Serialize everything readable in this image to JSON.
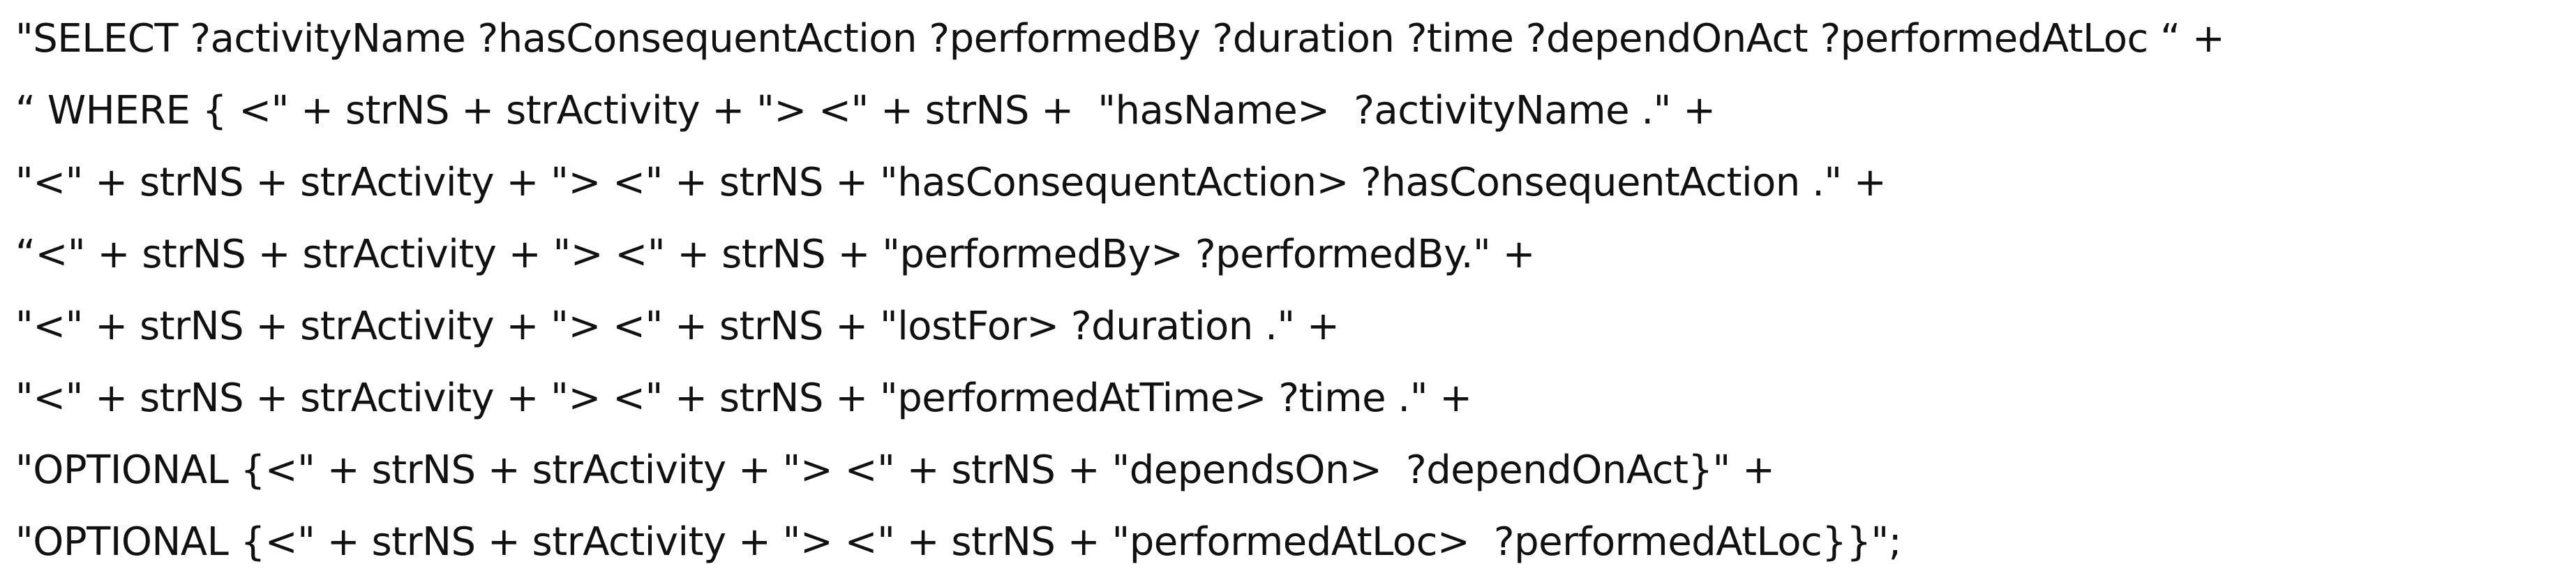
{
  "code": {
    "lines": [
      "\"SELECT ?activityName ?hasConsequentAction ?performedBy ?duration ?time ?dependOnAct ?performedAtLoc “ +",
      "“ WHERE { <\" + strNS + strActivity + \"> <\" + strNS +  \"hasName>  ?activityName .\" +",
      "\"<\" + strNS + strActivity + \"> <\" + strNS + \"hasConsequentAction> ?hasConsequentAction .\" +",
      "“<\" + strNS + strActivity + \"> <\" + strNS + \"performedBy> ?performedBy.\" +",
      "\"<\" + strNS + strActivity + \"> <\" + strNS + \"lostFor> ?duration .\" +",
      "\"<\" + strNS + strActivity + \"> <\" + strNS + \"performedAtTime> ?time .\" +",
      "\"OPTIONAL {<\" + strNS + strActivity + \"> <\" + strNS + \"dependsOn>  ?dependOnAct}\" +",
      "\"OPTIONAL {<\" + strNS + strActivity + \"> <\" + strNS + \"performedAtLoc>  ?performedAtLoc}}\";"
    ]
  }
}
